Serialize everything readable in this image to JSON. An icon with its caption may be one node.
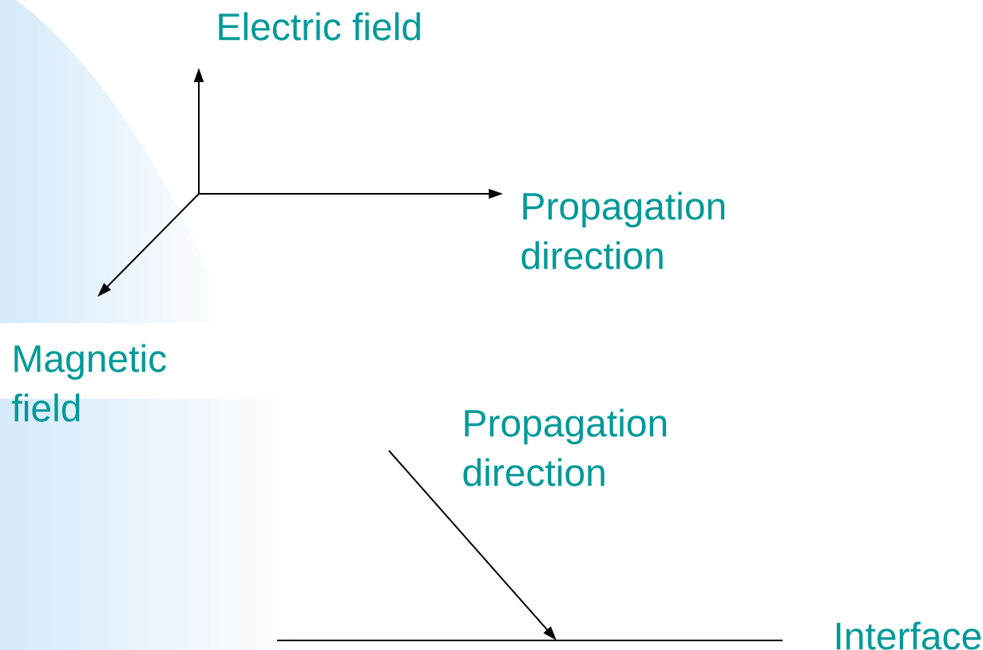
{
  "diagram": {
    "labels": [
      "Electric field",
      "Propagation direction",
      "Magnetic field",
      "Propagation direction",
      "Interface"
    ]
  }
}
